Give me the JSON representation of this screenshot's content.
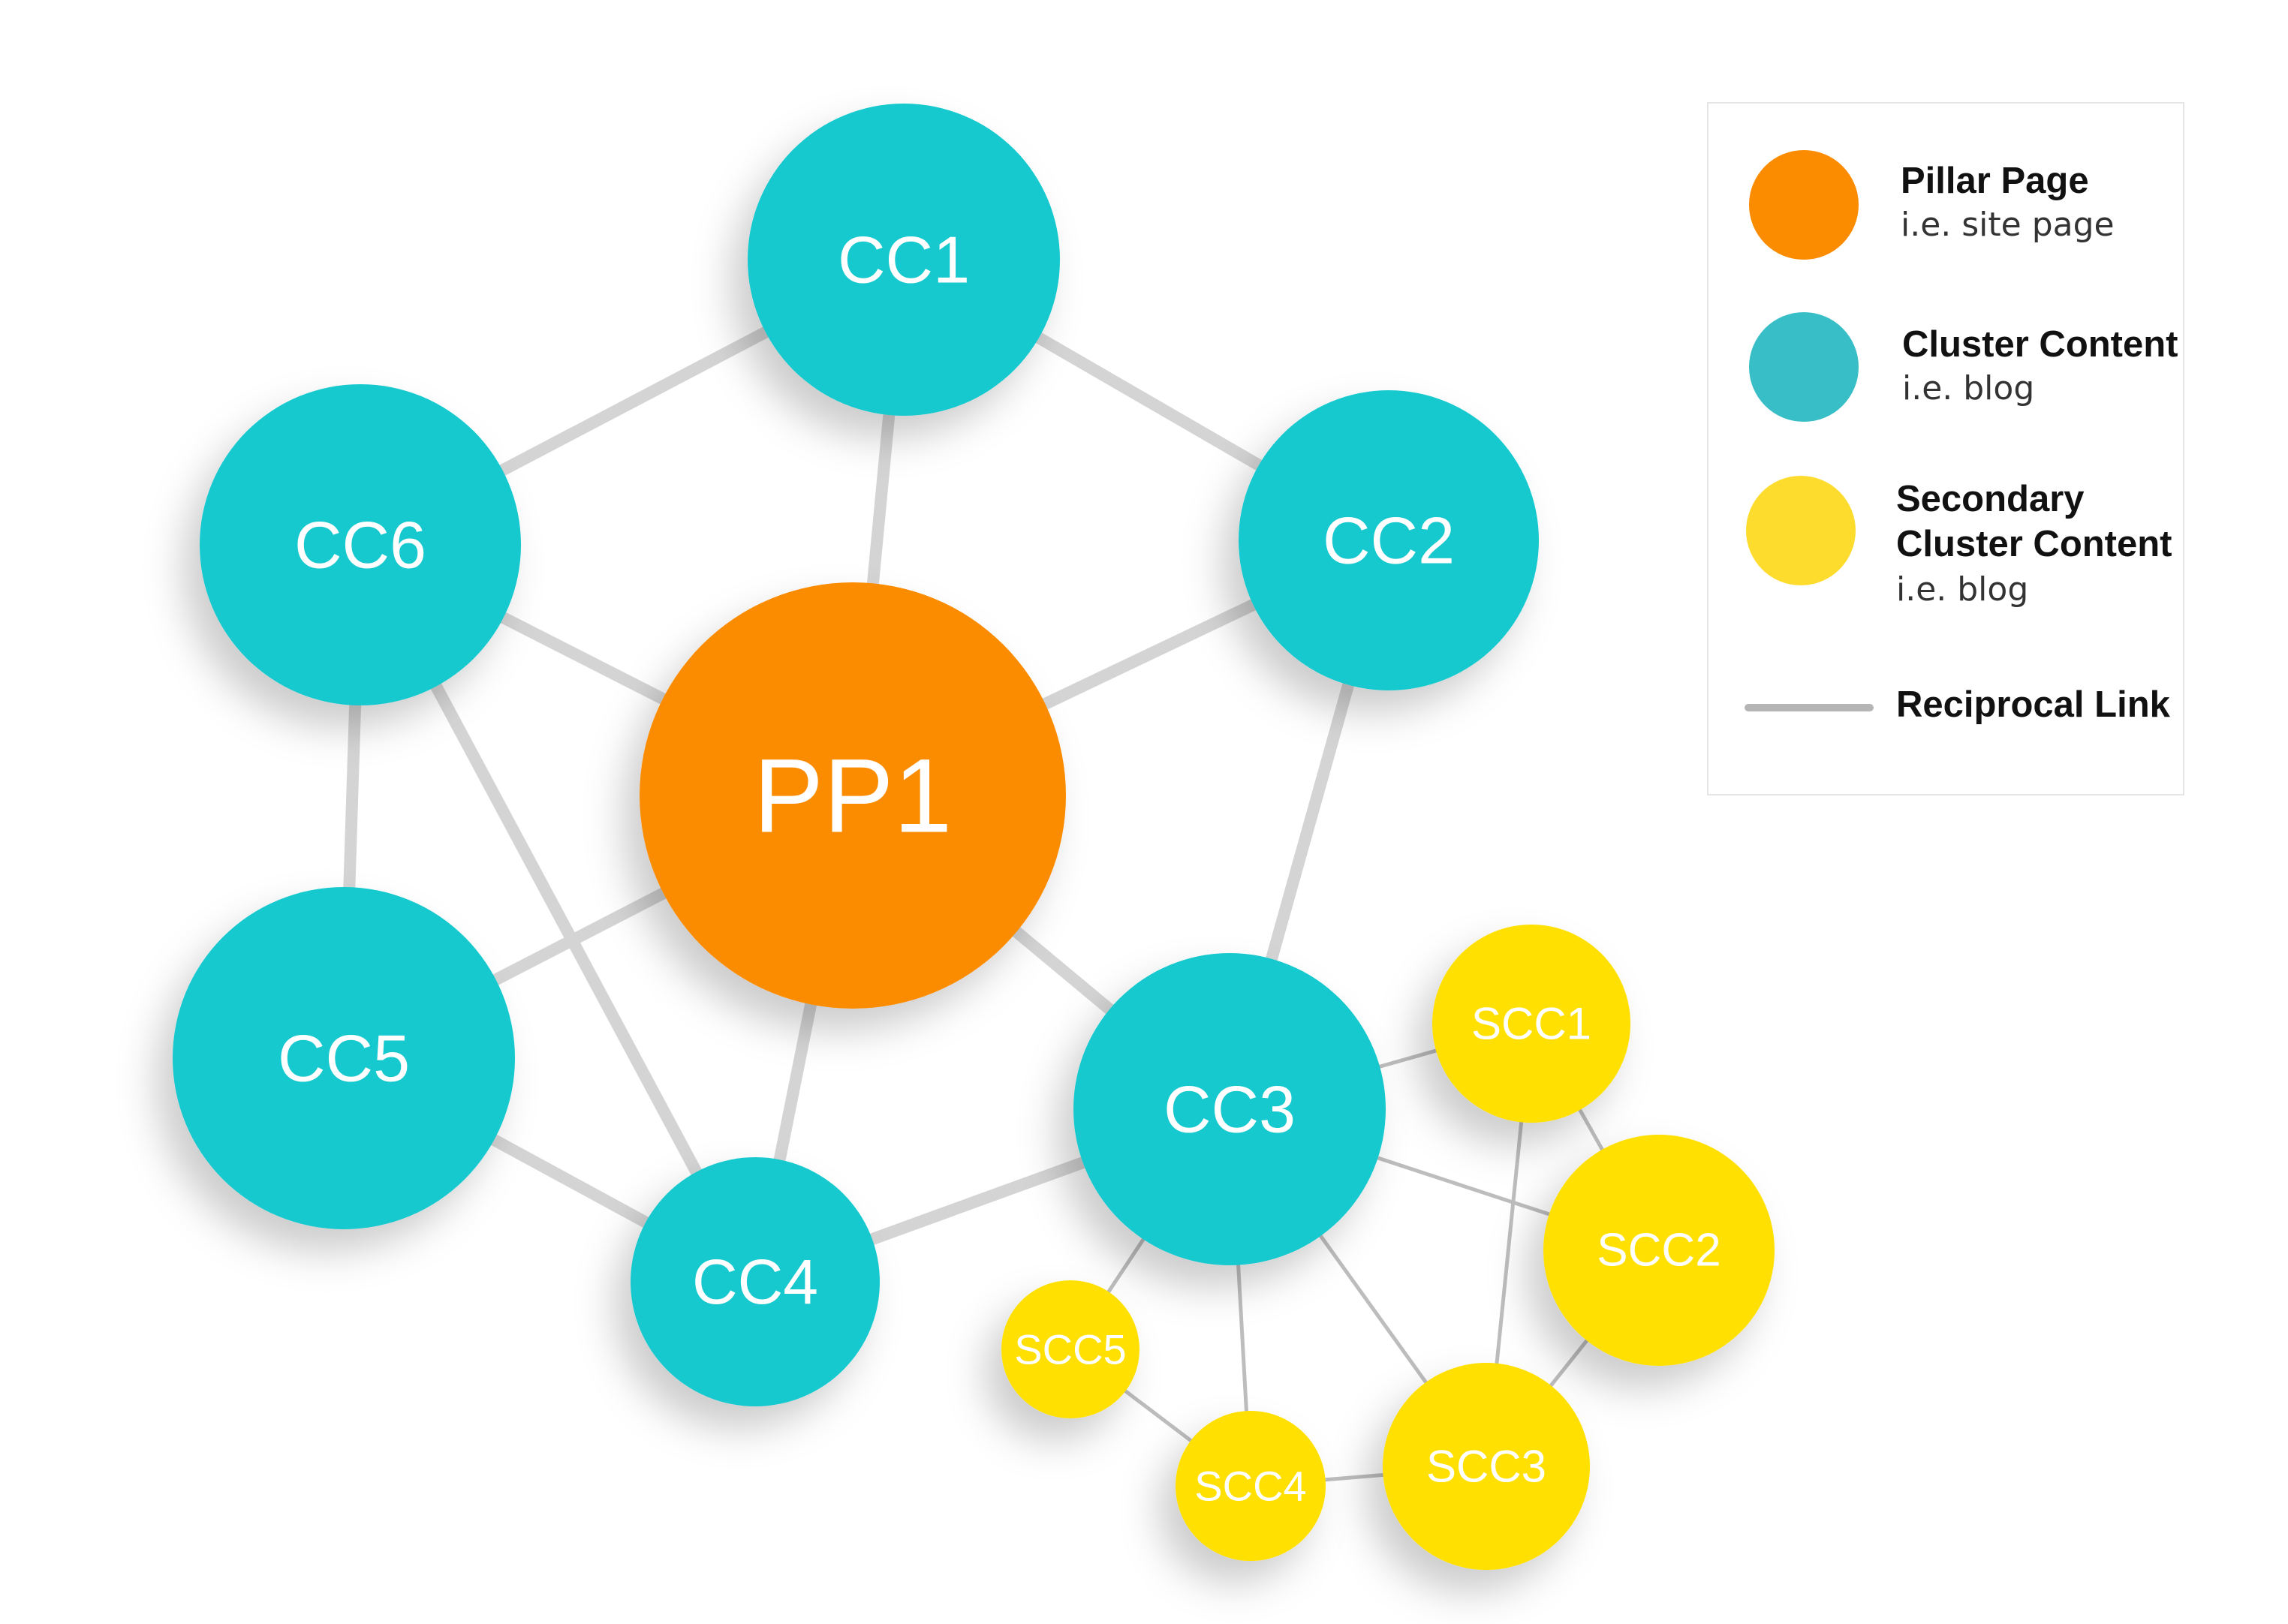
{
  "colors": {
    "pillar": "#FB8C00",
    "cluster": "#14C9CE",
    "secondary": "#FFE000",
    "link_major": "#D4D4D4",
    "link_minor": "#BDBDBD"
  },
  "nodes": [
    {
      "id": "PP1",
      "label": "PP1",
      "type": "pillar"
    },
    {
      "id": "CC1",
      "label": "CC1",
      "type": "cluster"
    },
    {
      "id": "CC2",
      "label": "CC2",
      "type": "cluster"
    },
    {
      "id": "CC3",
      "label": "CC3",
      "type": "cluster"
    },
    {
      "id": "CC4",
      "label": "CC4",
      "type": "cluster"
    },
    {
      "id": "CC5",
      "label": "CC5",
      "type": "cluster"
    },
    {
      "id": "CC6",
      "label": "CC6",
      "type": "cluster"
    },
    {
      "id": "SCC1",
      "label": "SCC1",
      "type": "secondary"
    },
    {
      "id": "SCC2",
      "label": "SCC2",
      "type": "secondary"
    },
    {
      "id": "SCC3",
      "label": "SCC3",
      "type": "secondary"
    },
    {
      "id": "SCC4",
      "label": "SCC4",
      "type": "secondary"
    },
    {
      "id": "SCC5",
      "label": "SCC5",
      "type": "secondary"
    }
  ],
  "links": [
    {
      "from": "CC1",
      "to": "CC6",
      "kind": "major"
    },
    {
      "from": "CC1",
      "to": "CC2",
      "kind": "major"
    },
    {
      "from": "CC1",
      "to": "PP1",
      "kind": "major"
    },
    {
      "from": "CC6",
      "to": "PP1",
      "kind": "major"
    },
    {
      "from": "CC2",
      "to": "PP1",
      "kind": "major"
    },
    {
      "from": "CC6",
      "to": "CC5",
      "kind": "major"
    },
    {
      "from": "CC6",
      "to": "CC4",
      "kind": "major"
    },
    {
      "from": "CC5",
      "to": "PP1",
      "kind": "major"
    },
    {
      "from": "CC5",
      "to": "CC4",
      "kind": "major"
    },
    {
      "from": "CC4",
      "to": "PP1",
      "kind": "major"
    },
    {
      "from": "CC4",
      "to": "CC3",
      "kind": "major"
    },
    {
      "from": "CC3",
      "to": "PP1",
      "kind": "major"
    },
    {
      "from": "CC2",
      "to": "CC3",
      "kind": "major"
    },
    {
      "from": "CC3",
      "to": "SCC1",
      "kind": "minor"
    },
    {
      "from": "CC3",
      "to": "SCC2",
      "kind": "minor"
    },
    {
      "from": "CC3",
      "to": "SCC3",
      "kind": "minor"
    },
    {
      "from": "CC3",
      "to": "SCC4",
      "kind": "minor"
    },
    {
      "from": "CC3",
      "to": "SCC5",
      "kind": "minor"
    },
    {
      "from": "SCC1",
      "to": "SCC2",
      "kind": "minor"
    },
    {
      "from": "SCC1",
      "to": "SCC3",
      "kind": "minor"
    },
    {
      "from": "SCC2",
      "to": "SCC3",
      "kind": "minor"
    },
    {
      "from": "SCC3",
      "to": "SCC4",
      "kind": "minor"
    },
    {
      "from": "SCC4",
      "to": "SCC5",
      "kind": "minor"
    }
  ],
  "legend": {
    "pillar": {
      "title": "Pillar Page",
      "subtitle": "i.e. site page"
    },
    "cluster": {
      "title": "Cluster Content",
      "subtitle": "i.e. blog"
    },
    "secondary": {
      "title_line1": "Secondary",
      "title_line2": "Cluster Content",
      "subtitle": "i.e. blog"
    },
    "link": {
      "title": "Reciprocal Link"
    }
  }
}
